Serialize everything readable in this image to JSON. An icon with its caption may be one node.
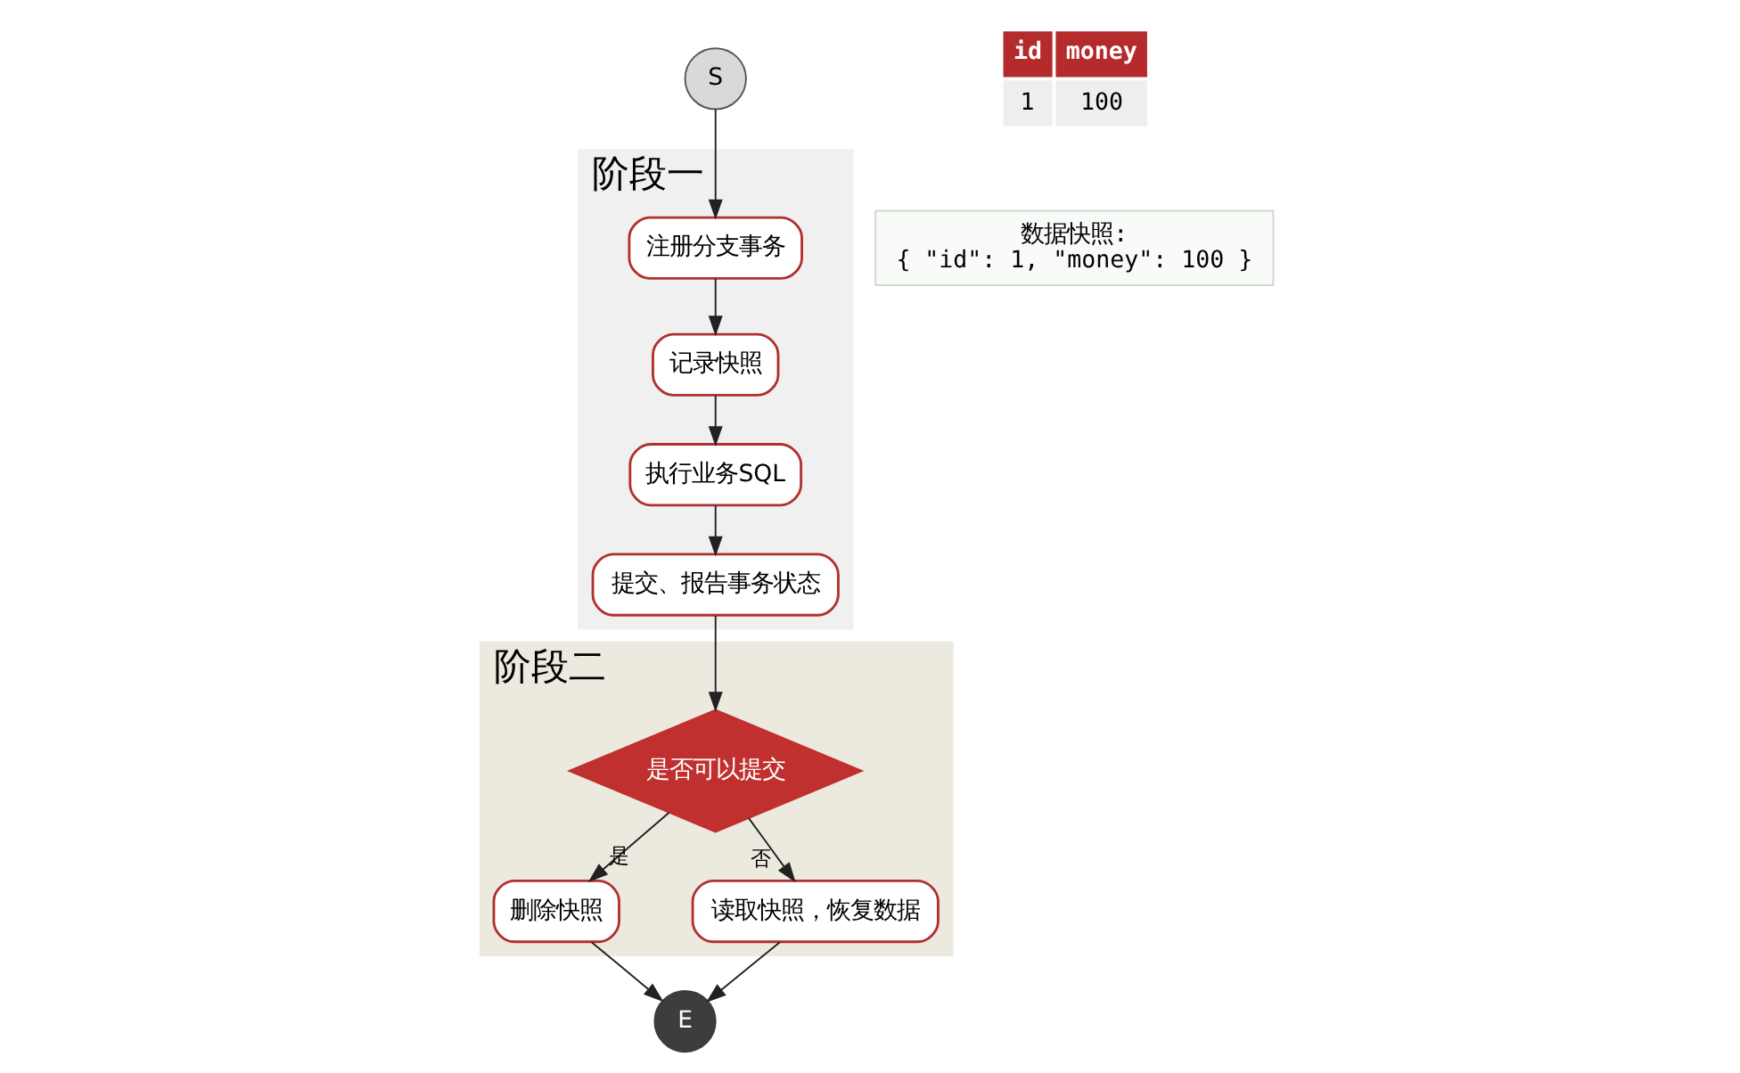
{
  "diagram": {
    "nodes": [
      {
        "text": [
          "S"
        ]
      },
      {
        "text": [
          "阶段一"
        ]
      },
      {
        "text": [
          "注册分支事务"
        ],
        "in": 1
      },
      {
        "text": [
          "记录快照"
        ],
        "in": 1
      },
      {
        "text": [
          "执行业务SQL"
        ],
        "in": 1
      },
      {
        "text": [
          "提交、报告事务状态"
        ],
        "in": 1
      },
      {
        "text": [
          "阶段二"
        ]
      },
      {
        "text": [
          "是否可以提交"
        ],
        "in": 6
      },
      {
        "text": [
          "删除快照"
        ],
        "in": 6
      },
      {
        "text": [
          "读取快照，恢复数据"
        ],
        "in": 6
      },
      {
        "text": [
          "E"
        ]
      },
      {
        "text": [
          "数据快照:",
          "{ \"id\": 1, \"money\": 100 }"
        ]
      }
    ],
    "edges": [
      {
        "from": 0,
        "to": 2,
        "arrow": "to"
      },
      {
        "from": 2,
        "to": 3,
        "arrow": "to"
      },
      {
        "from": 3,
        "to": 4,
        "arrow": "to"
      },
      {
        "from": 4,
        "to": 5,
        "arrow": "to"
      },
      {
        "from": 5,
        "to": 7,
        "arrow": "to"
      },
      {
        "from": 7,
        "to": 8,
        "label": "是",
        "arrow": "to"
      },
      {
        "from": 7,
        "to": 9,
        "label": "否",
        "arrow": "to"
      },
      {
        "from": 8,
        "to": 10,
        "arrow": "to"
      },
      {
        "from": 9,
        "to": 10,
        "arrow": "to"
      }
    ],
    "labels": [
      "id",
      "money",
      "1",
      "100"
    ]
  }
}
